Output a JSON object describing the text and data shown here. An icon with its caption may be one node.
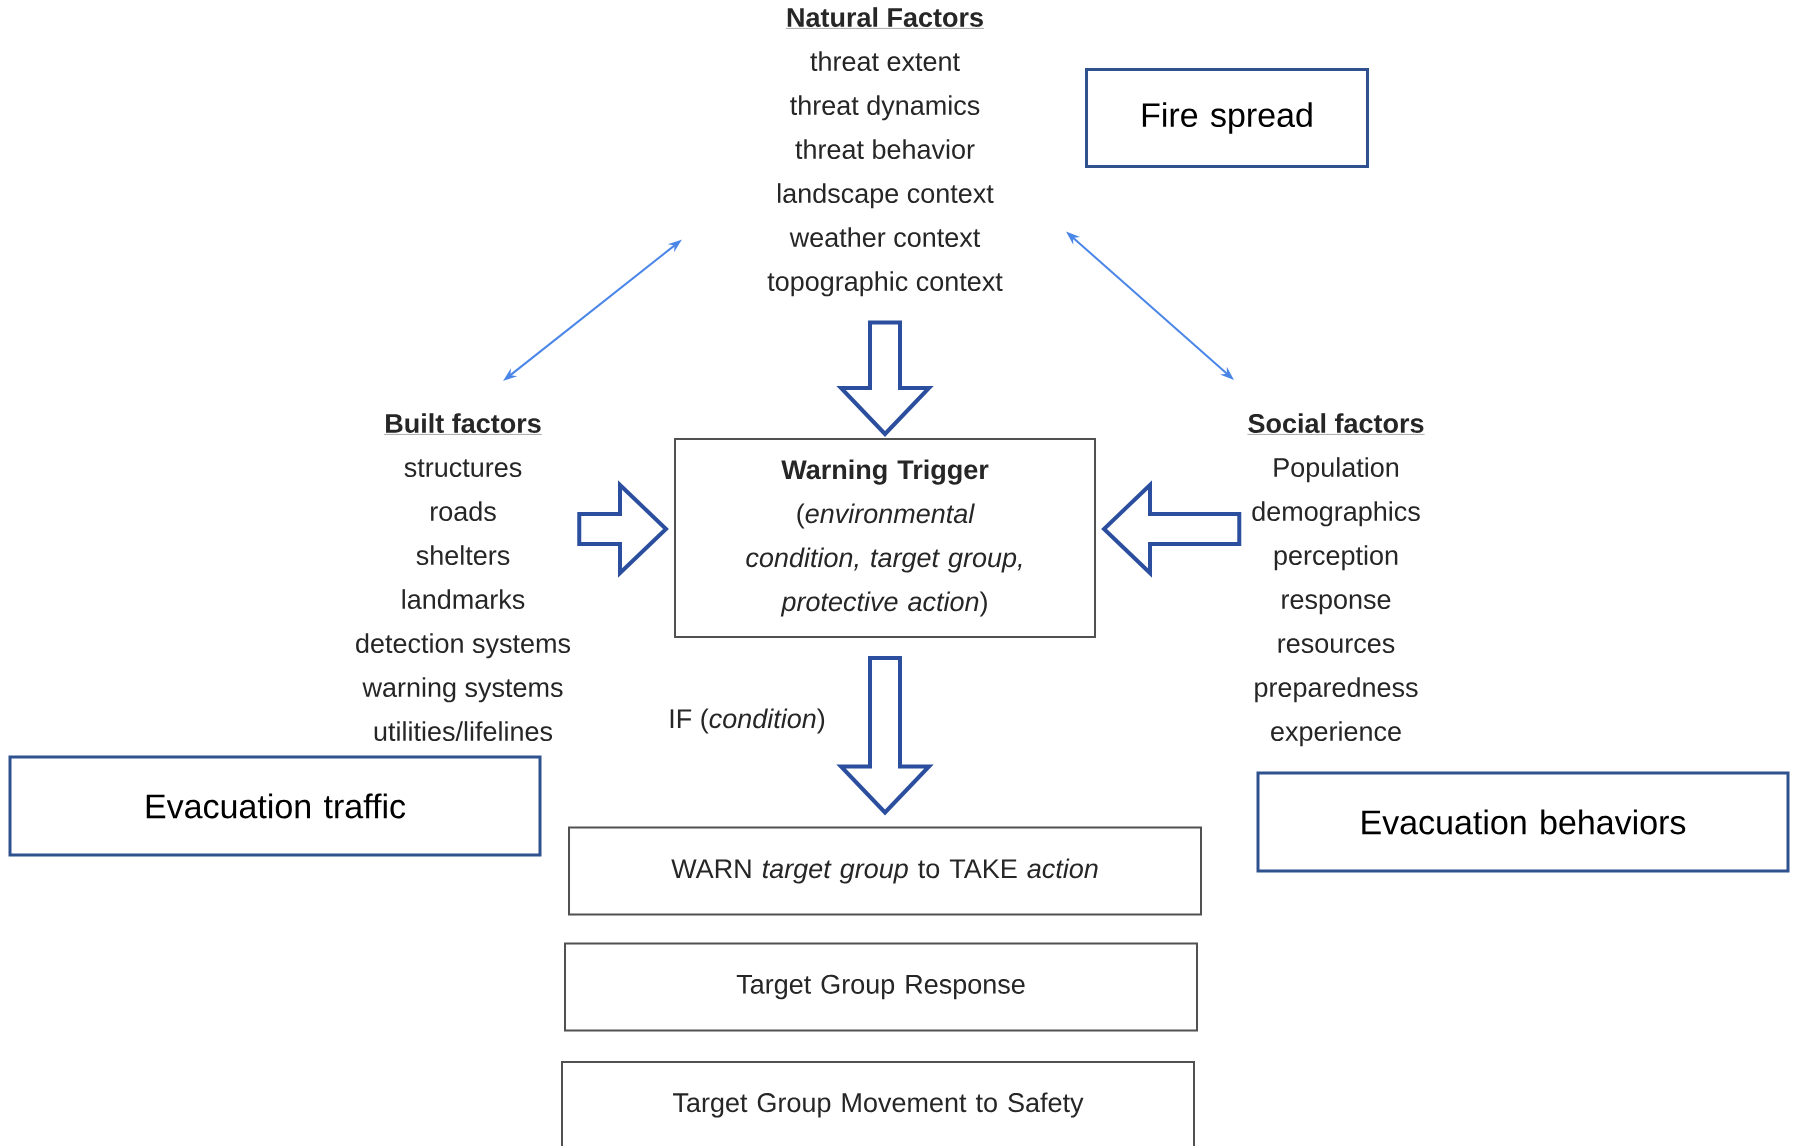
{
  "diagram": {
    "nodes": [
      {
        "text": [
          "Natural Factors",
          "threat extent",
          "threat dynamics",
          "threat behavior",
          "landscape context",
          "weather context",
          "topographic context"
        ]
      },
      {
        "text": [
          "Fire spread"
        ]
      },
      {
        "text": [
          "Built factors",
          "structures",
          "roads",
          "shelters",
          "landmarks",
          "detection systems",
          "warning systems",
          "utilities/lifelines"
        ]
      },
      {
        "text": [
          "Warning Trigger",
          "(*environmental condition, target group, protective action*)"
        ]
      },
      {
        "text": [
          "Social factors",
          "Population",
          "demographics",
          "perception",
          "response",
          "resources",
          "preparedness",
          "experience"
        ]
      },
      {
        "text": [
          "Evacuation traffic"
        ]
      },
      {
        "text": [
          "Evacuation behaviors"
        ]
      },
      {
        "text": [
          "WARN *target group* to TAKE *action*"
        ]
      },
      {
        "text": [
          "Target Group Response"
        ]
      },
      {
        "text": [
          "Target Group Movement to Safety"
        ]
      }
    ],
    "edges": [
      {
        "from": 2,
        "to": 0,
        "arrow": "both",
        "color": "#4a86e8"
      },
      {
        "from": 0,
        "to": 4,
        "arrow": "both",
        "color": "#4a86e8"
      },
      {
        "from": 0,
        "to": 3,
        "arrow": "to",
        "style": "thick"
      },
      {
        "from": 2,
        "to": 3,
        "arrow": "to",
        "style": "thick"
      },
      {
        "from": 4,
        "to": 3,
        "arrow": "to",
        "style": "thick"
      },
      {
        "from": 3,
        "to": 7,
        "arrow": "to",
        "style": "thick",
        "label": "IF (*condition*)"
      }
    ]
  }
}
